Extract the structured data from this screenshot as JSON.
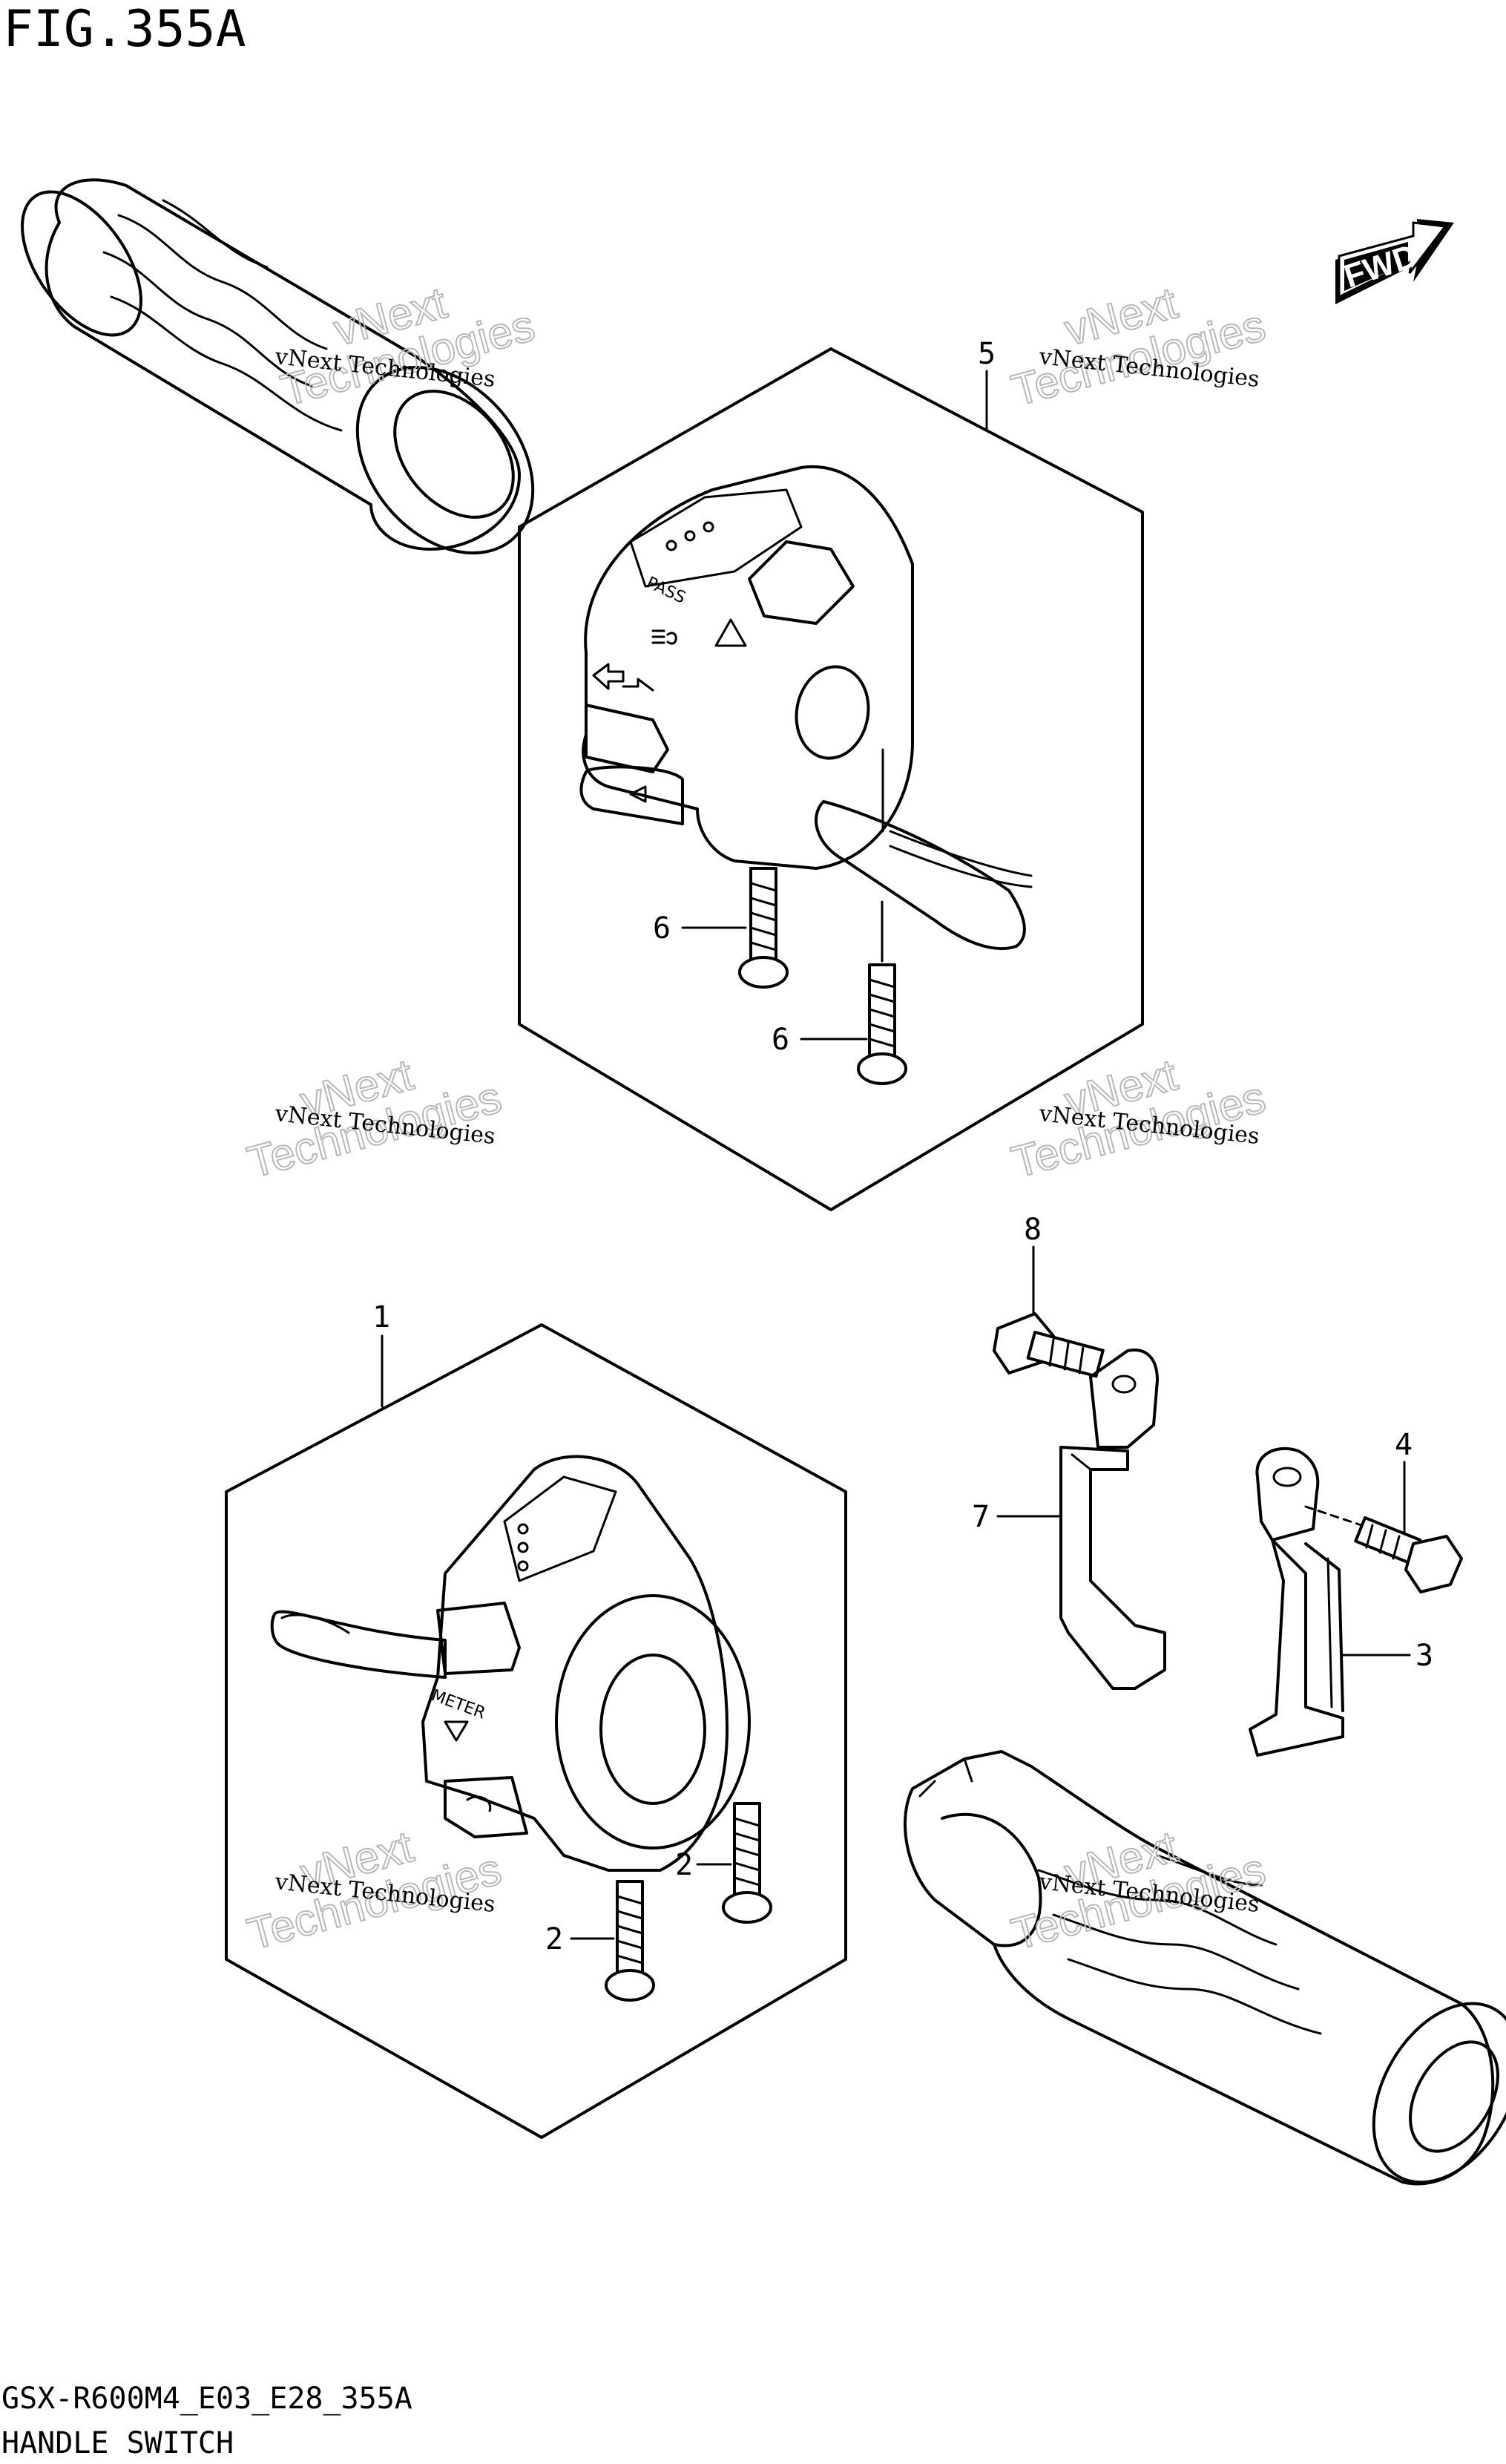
{
  "figure": {
    "title": "FIG.355A",
    "model_code": "GSX-R600M4_E03_E28_355A",
    "caption": "HANDLE SWITCH"
  },
  "fwd_badge": {
    "label": "FWD"
  },
  "callouts": {
    "c1": "1",
    "c2a": "2",
    "c2b": "2",
    "c3": "3",
    "c4": "4",
    "c5": "5",
    "c6a": "6",
    "c6b": "6",
    "c7": "7",
    "c8": "8"
  },
  "watermark": {
    "line1": "vNext Technologies",
    "line2": "vNext",
    "line3": "Technologies"
  },
  "switch_labels": {
    "pass": "PASS",
    "meter": "METER"
  }
}
